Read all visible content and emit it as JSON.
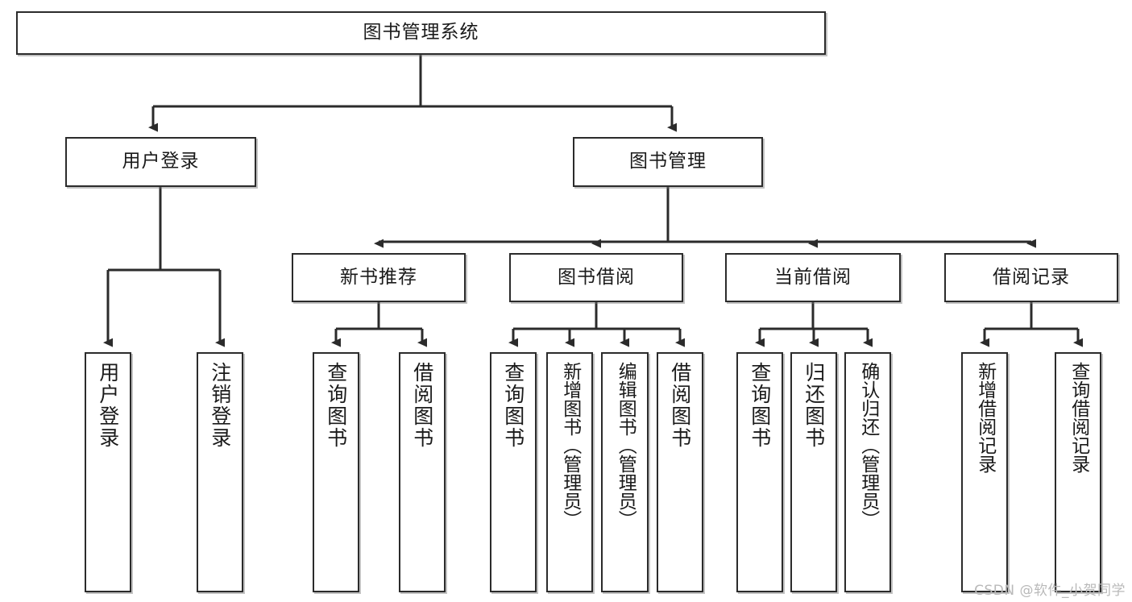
{
  "diagram": {
    "title": "图书管理系统",
    "type": "功能结构图",
    "watermark": "CSDN @软件_小贺同学",
    "colors": {
      "border": "#2b2b2b",
      "fill": "#ffffff",
      "text": "#1a1a1a",
      "edge": "#2b2b2b",
      "watermark": "#b9b9b9"
    }
  },
  "nodes": {
    "root": {
      "label": "图书管理系统"
    },
    "level2": [
      {
        "id": "user-login",
        "label": "用户登录"
      },
      {
        "id": "book-manage",
        "label": "图书管理"
      }
    ],
    "level3": [
      {
        "id": "new-book-rec",
        "label": "新书推荐"
      },
      {
        "id": "book-borrow",
        "label": "图书借阅"
      },
      {
        "id": "current-borrow",
        "label": "当前借阅"
      },
      {
        "id": "borrow-record",
        "label": "借阅记录"
      }
    ],
    "leaves": {
      "user-login": [
        {
          "id": "leaf-user-login",
          "label": "用户登录"
        },
        {
          "id": "leaf-user-logout",
          "label": "注销登录"
        }
      ],
      "new-book-rec": [
        {
          "id": "leaf-query-book-1",
          "label": "查询图书"
        },
        {
          "id": "leaf-borrow-book-1",
          "label": "借阅图书"
        }
      ],
      "book-borrow": [
        {
          "id": "leaf-query-book-2",
          "label": "查询图书"
        },
        {
          "id": "leaf-add-book",
          "label": "新增图书（管理员）"
        },
        {
          "id": "leaf-edit-book",
          "label": "编辑图书（管理员）"
        },
        {
          "id": "leaf-borrow-book-2",
          "label": "借阅图书"
        }
      ],
      "current-borrow": [
        {
          "id": "leaf-query-book-3",
          "label": "查询图书"
        },
        {
          "id": "leaf-return-book",
          "label": "归还图书"
        },
        {
          "id": "leaf-confirm-return",
          "label": "确认归还（管理员）"
        }
      ],
      "borrow-record": [
        {
          "id": "leaf-add-record",
          "label": "新增借阅记录"
        },
        {
          "id": "leaf-query-record",
          "label": "查询借阅记录"
        }
      ]
    }
  }
}
